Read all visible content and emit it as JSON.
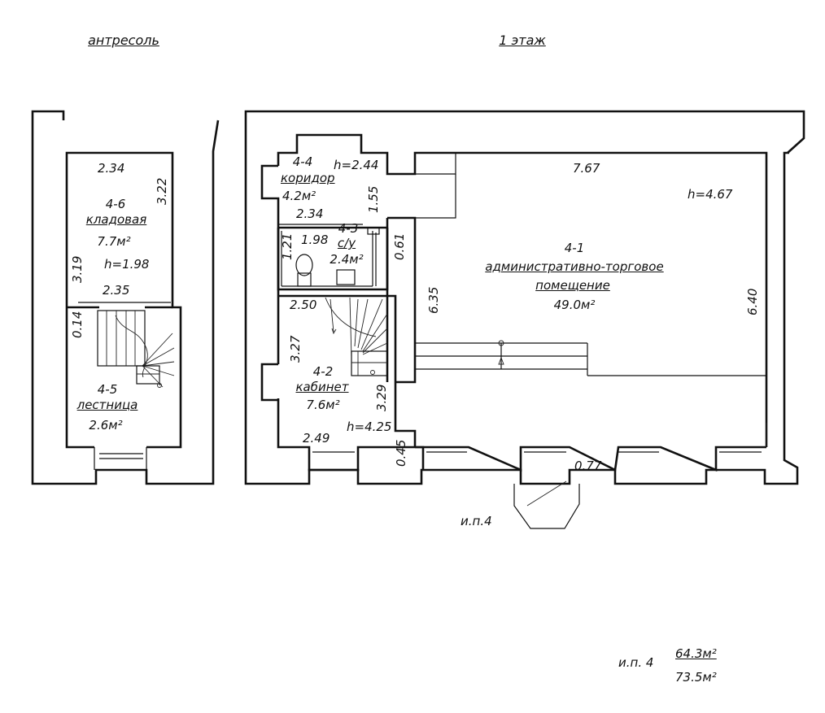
{
  "titles": {
    "mezzanine": "антресоль",
    "floor1": "1 этаж"
  },
  "rooms": {
    "r4_6": {
      "id": "4-6",
      "name": "кладовая",
      "area": "7.7м²",
      "height": "h=1.98",
      "dims": [
        "2.34",
        "3.22",
        "3.19",
        "2.35"
      ]
    },
    "r4_5": {
      "id": "4-5",
      "name": "лестница",
      "area": "2.6м²",
      "dims": [
        "0.14"
      ]
    },
    "r4_4": {
      "id": "4-4",
      "name": "коридор",
      "area": "4.2м²",
      "height": "h=2.44",
      "dims": [
        "2.34",
        "1.55"
      ]
    },
    "r4_3": {
      "id": "4-3",
      "name": "с/у",
      "area": "2.4м²",
      "dims": [
        "1.21",
        "1.98"
      ]
    },
    "r4_1": {
      "id": "4-1",
      "name": "административно-торговое",
      "name2": "помещение",
      "area": "49.0м²",
      "height": "h=4.67",
      "dims": [
        "7.67",
        "6.40",
        "6.35",
        "0.61"
      ]
    },
    "r4_2": {
      "id": "4-2",
      "name": "кабинет",
      "area": "7.6м²",
      "height": "h=4.25",
      "dims": [
        "2.50",
        "3.27",
        "3.29",
        "2.49",
        "0.45"
      ]
    }
  },
  "misc": {
    "opening": "0.77",
    "entrance": "и.п.4",
    "summary_label": "и.п. 4",
    "summary_top": "64.3м²",
    "summary_bottom": "73.5м²"
  }
}
